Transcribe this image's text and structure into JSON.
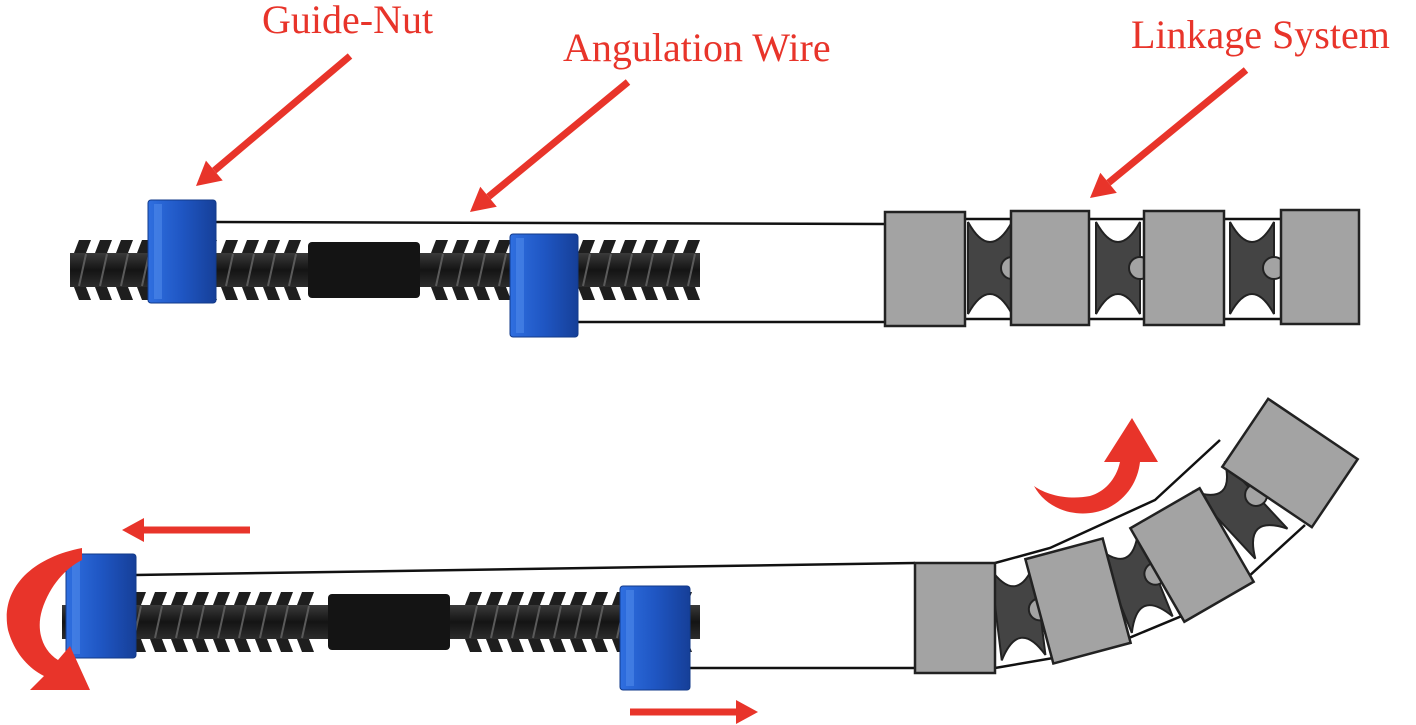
{
  "labels": {
    "guide_nut": "Guide-Nut",
    "angulation_wire": "Angulation Wire",
    "linkage_system": "Linkage System"
  },
  "colors": {
    "annotation_red": "#e8342a",
    "nut_blue": "#1f56c3",
    "screw_black": "#141414",
    "link_gray": "#a3a3a3",
    "joint_dark": "#444444",
    "wire": "#111111"
  },
  "states": {
    "straight": "linkage straight",
    "bent": "linkage bent"
  },
  "icons": [
    "straight-arrow-icon",
    "curved-arrow-icon"
  ]
}
